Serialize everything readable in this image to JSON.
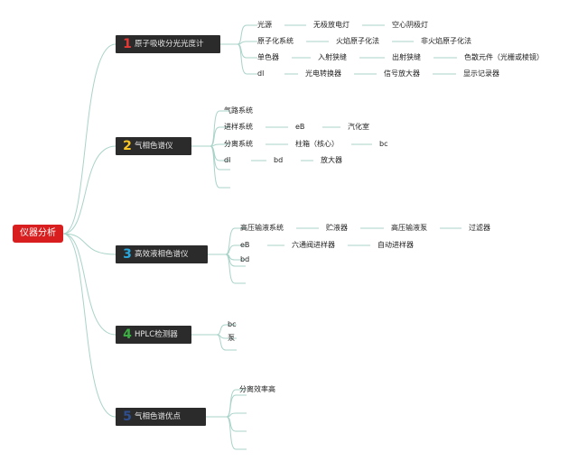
{
  "root": {
    "label": "仪器分析"
  },
  "branches": [
    {
      "number": "1",
      "number_color": "#e53935",
      "label": "原子吸收分光光度计",
      "rows": [
        [
          "光源",
          "无极放电灯",
          "空心阴极灯"
        ],
        [
          "原子化系统",
          "火焰原子化法",
          "非火焰原子化法"
        ],
        [
          "单色器",
          "入射狭缝",
          "出射狭缝",
          "色散元件（光栅或棱镜）"
        ],
        [
          "dl",
          "光电转换器",
          "信号放大器",
          "显示记录器"
        ]
      ]
    },
    {
      "number": "2",
      "number_color": "#f9c623",
      "label": "气相色谱仪",
      "rows": [
        [
          "气路系统"
        ],
        [
          "进样系统",
          "eB",
          "汽化室"
        ],
        [
          "分离系统",
          "柱箱（核心）",
          "bc"
        ],
        [
          "dl",
          "bd",
          "放大器"
        ]
      ]
    },
    {
      "number": "3",
      "number_color": "#29a8e0",
      "label": "高效液相色谱仪",
      "rows": [
        [
          "高压输液系统",
          "贮液器",
          "高压输液泵",
          "过滤器"
        ],
        [
          "eB",
          "六通阀进样器",
          "自动进样器"
        ],
        [
          "bd"
        ]
      ]
    },
    {
      "number": "4",
      "number_color": "#3cb043",
      "label": "HPLC检测器",
      "rows": [
        [
          "bc"
        ],
        [
          "泵"
        ]
      ]
    },
    {
      "number": "5",
      "number_color": "#2f4f8f",
      "label": "气相色谱优点",
      "rows": [
        [
          "分离效率高"
        ]
      ]
    }
  ],
  "colors": {
    "connector": "#a9d3c9",
    "root_bg": "#d81e1e",
    "node_bg": "#2b2b2b"
  }
}
